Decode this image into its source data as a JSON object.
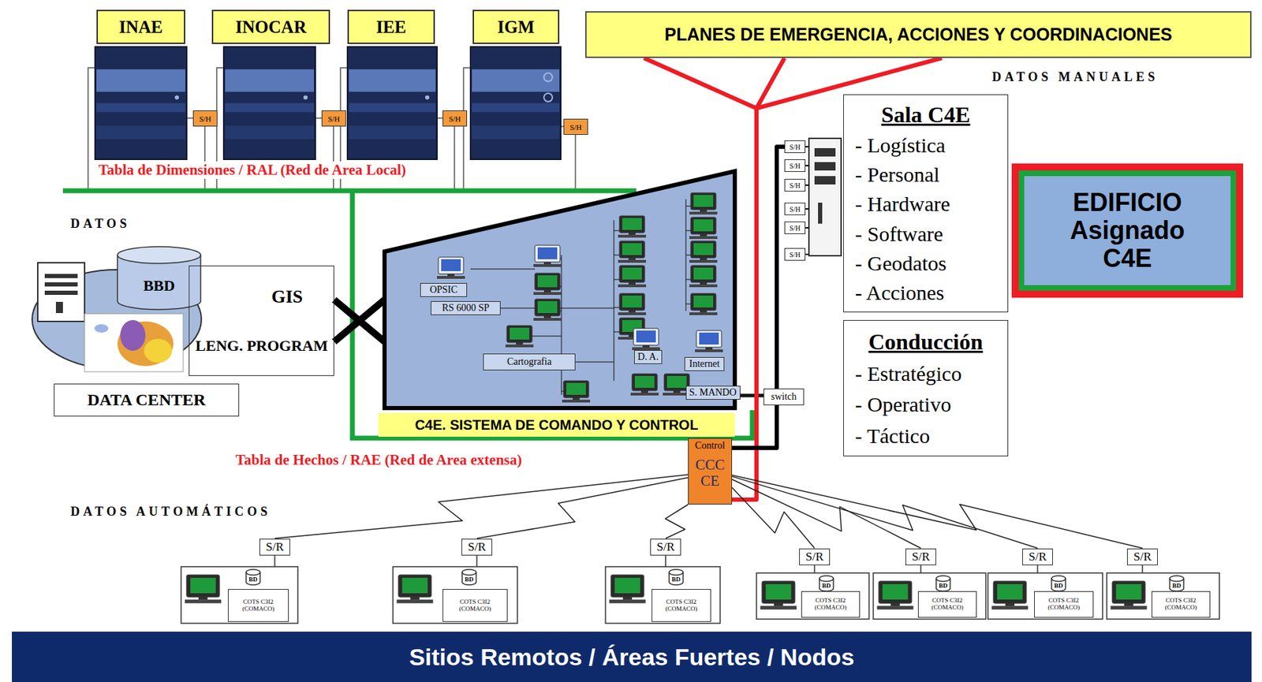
{
  "diagram": {
    "nodes": [
      {
        "text": [
          "INAE"
        ]
      },
      {
        "text": [
          "INOCAR"
        ]
      },
      {
        "text": [
          "IEE"
        ]
      },
      {
        "text": [
          "IGM"
        ]
      },
      {
        "text": [
          "PLANES DE EMERGENCIA, ACCIONES Y COORDINACIONES"
        ]
      },
      {
        "text": [
          "S/H"
        ]
      },
      {
        "text": [
          "S/H"
        ]
      },
      {
        "text": [
          "S/H"
        ]
      },
      {
        "text": [
          "S/H"
        ]
      },
      {
        "text": [
          "Sala C4E",
          "- Logística",
          "- Personal",
          "- Hardware",
          "- Software",
          "- Geodatos",
          "- Acciones"
        ]
      },
      {
        "text": [
          "EDIFICIO Asignado C4E"
        ]
      },
      {
        "text": [
          "Conducción",
          "- Estratégico",
          "- Operativo",
          "- Táctico"
        ]
      },
      {
        "text": [
          "S/H"
        ]
      },
      {
        "text": [
          "S/H"
        ]
      },
      {
        "text": [
          "S/H"
        ]
      },
      {
        "text": [
          "S/H"
        ]
      },
      {
        "text": [
          "S/H"
        ]
      },
      {
        "text": [
          "S/H"
        ]
      },
      {
        "text": [
          "BBD"
        ]
      },
      {
        "text": [
          "GIS",
          "LENG. PROGRAM"
        ]
      },
      {
        "text": [
          "DATA CENTER"
        ]
      },
      {
        "text": [
          "C4E. SISTEMA DE COMANDO Y CONTROL"
        ]
      },
      {
        "text": [
          "OPSIC"
        ],
        "in": 21
      },
      {
        "text": [
          "RS 6000 SP"
        ],
        "in": 21
      },
      {
        "text": [
          "Cartografia"
        ],
        "in": 21
      },
      {
        "text": [
          "D. A."
        ],
        "in": 21
      },
      {
        "text": [
          "Internet"
        ],
        "in": 21
      },
      {
        "text": [
          "S. MANDO"
        ],
        "in": 21
      },
      {
        "text": [
          "switch"
        ]
      },
      {
        "text": [
          "Control",
          "CCC CE"
        ]
      },
      {
        "text": [
          "S/R"
        ]
      },
      {
        "text": [
          "BD"
        ]
      },
      {
        "text": [
          "COTS C3I2 (COMACO)"
        ]
      },
      {
        "text": [
          "S/R"
        ]
      },
      {
        "text": [
          "BD"
        ]
      },
      {
        "text": [
          "COTS C3I2 (COMACO)"
        ]
      },
      {
        "text": [
          "S/R"
        ]
      },
      {
        "text": [
          "BD"
        ]
      },
      {
        "text": [
          "COTS C3I2 (COMACO)"
        ]
      },
      {
        "text": [
          "S/R"
        ]
      },
      {
        "text": [
          "BD"
        ]
      },
      {
        "text": [
          "COTS C3I2 (COMACO)"
        ]
      },
      {
        "text": [
          "S/R"
        ]
      },
      {
        "text": [
          "BD"
        ]
      },
      {
        "text": [
          "COTS C3I2 (COMACO)"
        ]
      },
      {
        "text": [
          "S/R"
        ]
      },
      {
        "text": [
          "BD"
        ]
      },
      {
        "text": [
          "COTS C3I2 (COMACO)"
        ]
      },
      {
        "text": [
          "S/R"
        ]
      },
      {
        "text": [
          "BD"
        ]
      },
      {
        "text": [
          "COTS C3I2 (COMACO)"
        ]
      },
      {
        "text": [
          "Sitios Remotos /  Áreas Fuertes / Nodos"
        ]
      }
    ],
    "edges": [
      {
        "from": 4,
        "to": 29,
        "arrow": "none"
      },
      {
        "from": 29,
        "to": 12,
        "arrow": "none"
      },
      {
        "from": 19,
        "to": 21,
        "arrow": "none"
      },
      {
        "from": 29,
        "to": 30,
        "arrow": "none"
      },
      {
        "from": 29,
        "to": 33,
        "arrow": "none"
      },
      {
        "from": 29,
        "to": 36,
        "arrow": "none"
      },
      {
        "from": 29,
        "to": 39,
        "arrow": "none"
      },
      {
        "from": 29,
        "to": 42,
        "arrow": "none"
      },
      {
        "from": 29,
        "to": 45,
        "arrow": "none"
      },
      {
        "from": 29,
        "to": 48,
        "arrow": "none"
      }
    ],
    "labels": [
      "DATOS MANUALES",
      "Tabla de Dimensiones / RAL (Red de Area Local)",
      "DATOS",
      "Tabla de Hechos / RAE (Red de Area extensa)",
      "DATOS AUTOMÁTICOS"
    ]
  }
}
